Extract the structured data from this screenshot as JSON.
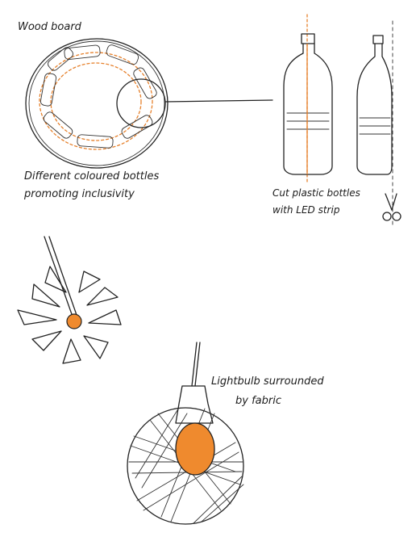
{
  "labels": {
    "wood_board": "Wood board",
    "bottles_line1": "Different coloured bottles",
    "bottles_line2": "promoting inclusivity",
    "cut_line1": "Cut plastic bottles",
    "cut_line2": "with LED strip",
    "bulb_line1": "Lightbulb surrounded",
    "bulb_line2": "by fabric"
  },
  "colors": {
    "ink": "#222222",
    "led_orange": "#e6802b",
    "bulb_orange": "#ef8a2e"
  }
}
